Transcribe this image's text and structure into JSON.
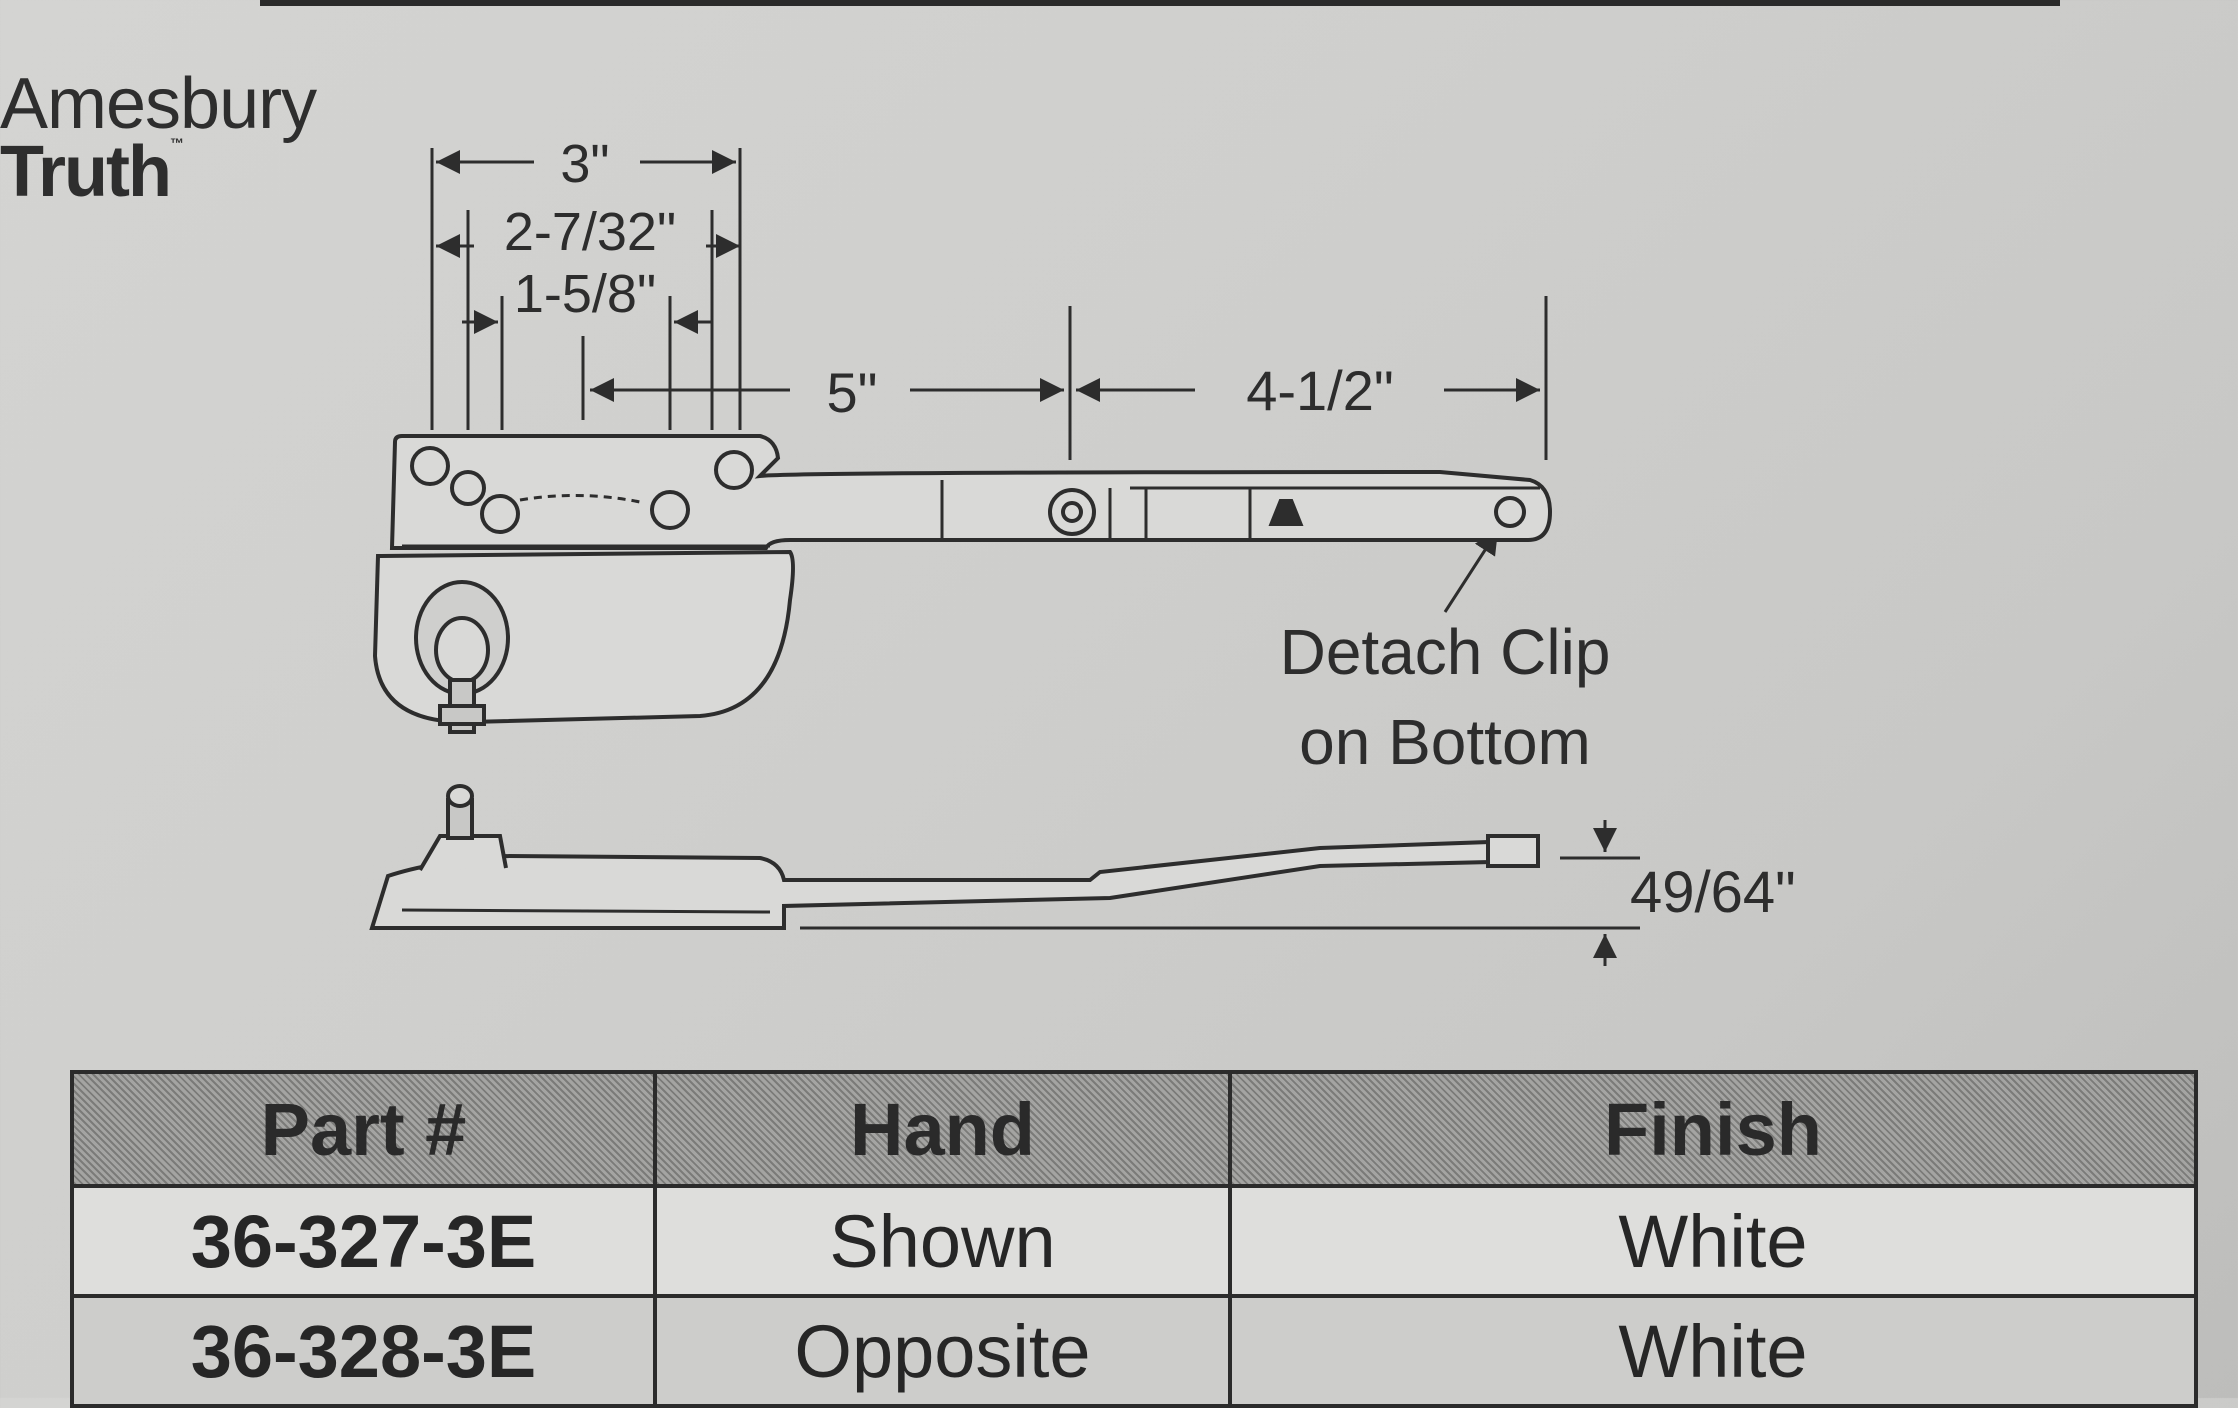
{
  "brand": {
    "line1": "Amesbury",
    "line2": "Truth",
    "tm": "™"
  },
  "dimensions": {
    "d1": "3\"",
    "d2": "2-7/32\"",
    "d3": "1-5/8\"",
    "d4": "5\"",
    "d5": "4-1/2\"",
    "d6": "49/64\""
  },
  "callout": {
    "line1": "Detach Clip",
    "line2": "on Bottom"
  },
  "table": {
    "headers": [
      "Part #",
      "Hand",
      "Finish"
    ],
    "rows": [
      {
        "part": "36-327-3E",
        "hand": "Shown",
        "finish": "White"
      },
      {
        "part": "36-328-3E",
        "hand": "Opposite",
        "finish": "White"
      }
    ]
  }
}
